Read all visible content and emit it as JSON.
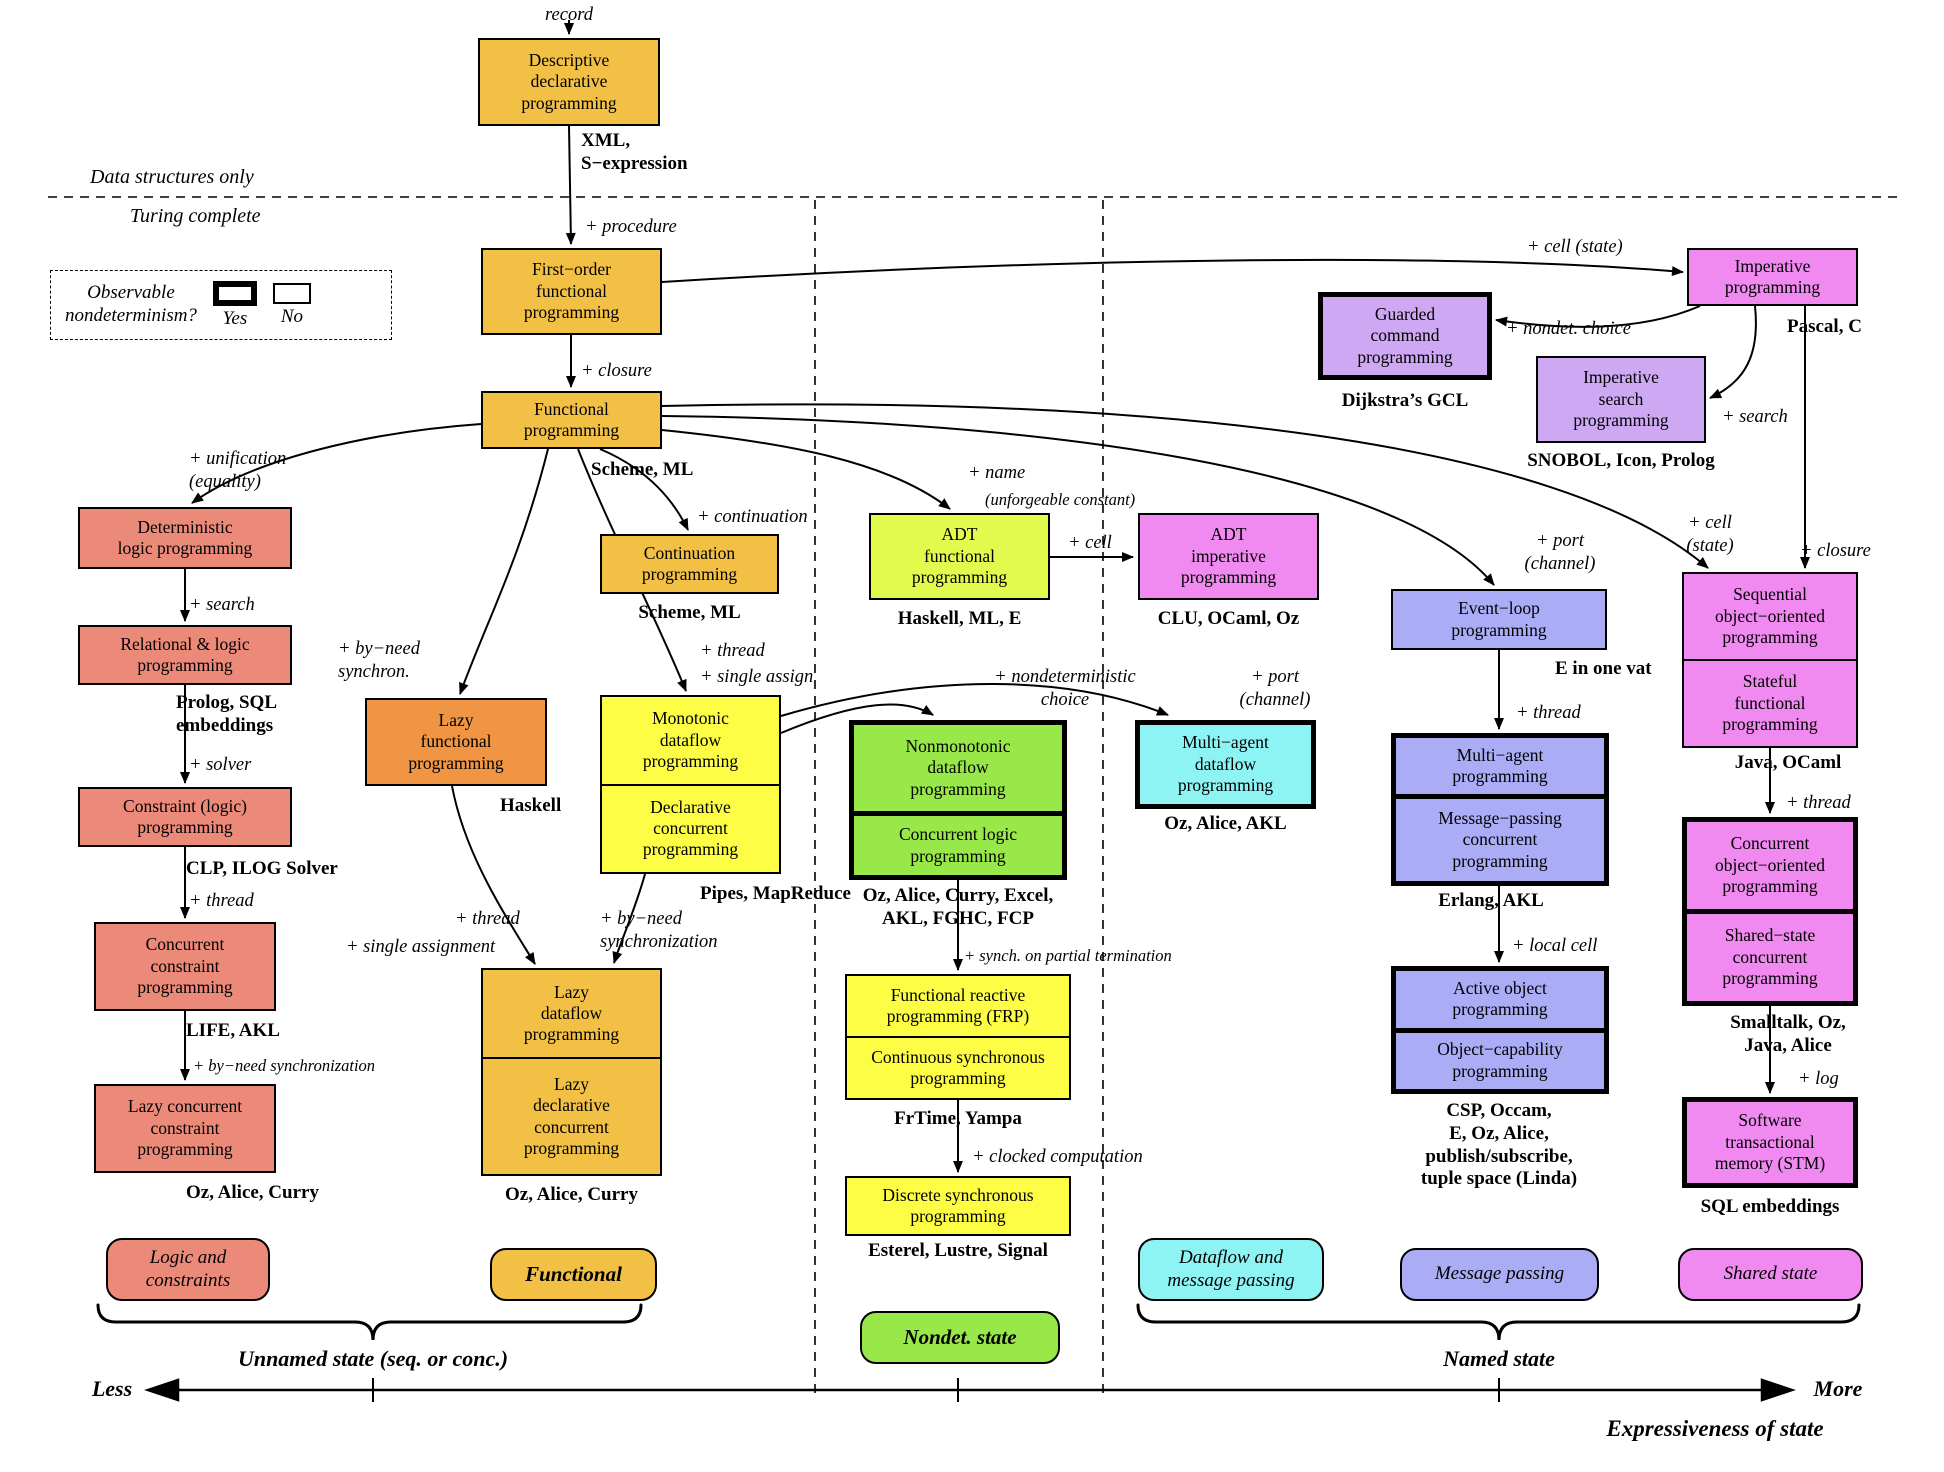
{
  "colors": {
    "gold": "#f2c045",
    "orange": "#ef9543",
    "salmon": "#ec8a7a",
    "yellow": "#fdfd45",
    "chartreuse": "#e2fa4d",
    "green": "#97e848",
    "cyan": "#8ef3f3",
    "periwinkle": "#abacf6",
    "lavender": "#cfa8f4",
    "magenta": "#f089f0"
  },
  "ann": {
    "data_structures_only": "Data structures only",
    "turing_complete": "Turing complete",
    "observable": "Observable\nnondeterminism?",
    "yes": "Yes",
    "no": "No",
    "unnamed_state": "Unnamed state (seq. or conc.)",
    "named_state": "Named state",
    "less": "Less",
    "more": "More",
    "expressiveness": "Expressiveness of state"
  },
  "nodes": {
    "descriptive": {
      "label": "Descriptive\ndeclarative\nprogramming",
      "languages": "XML,\nS−expression"
    },
    "first_order": {
      "label": "First−order\nfunctional\nprogramming"
    },
    "functional": {
      "label": "Functional\nprogramming",
      "languages": "Scheme, ML"
    },
    "det_logic": {
      "label": "Deterministic\nlogic programming"
    },
    "rel_logic": {
      "label": "Relational & logic\nprogramming",
      "languages": "Prolog, SQL\nembeddings"
    },
    "constraint": {
      "label": "Constraint (logic)\nprogramming",
      "languages": "CLP, ILOG Solver"
    },
    "conc_constraint": {
      "label": "Concurrent\nconstraint\nprogramming",
      "languages": "LIFE, AKL"
    },
    "lazy_cc": {
      "label": "Lazy concurrent\nconstraint\nprogramming",
      "languages": "Oz, Alice, Curry"
    },
    "lazy_fn": {
      "label": "Lazy\nfunctional\nprogramming",
      "languages": "Haskell"
    },
    "continuation": {
      "label": "Continuation\nprogramming",
      "languages": "Scheme, ML"
    },
    "monotonic": {
      "top": "Monotonic\ndataflow\nprogramming",
      "bottom": "Declarative\nconcurrent\nprogramming",
      "languages": "Pipes, MapReduce"
    },
    "lazy_df": {
      "top": "Lazy\ndataflow\nprogramming",
      "bottom": "Lazy\ndeclarative\nconcurrent\nprogramming",
      "languages": "Oz, Alice, Curry"
    },
    "adt_fn": {
      "label": "ADT\nfunctional\nprogramming",
      "languages": "Haskell, ML, E"
    },
    "adt_imp": {
      "label": "ADT\nimperative\nprogramming",
      "languages": "CLU, OCaml, Oz"
    },
    "nonmono": {
      "top": "Nonmonotonic\ndataflow\nprogramming",
      "bottom": "Concurrent logic\nprogramming",
      "languages": "Oz, Alice, Curry, Excel,\nAKL, FGHC, FCP"
    },
    "frp": {
      "top": "Functional reactive\nprogramming (FRP)",
      "bottom": "Continuous synchronous\nprogramming",
      "languages": "FrTime, Yampa"
    },
    "discrete": {
      "label": "Discrete synchronous\nprogramming",
      "languages": "Esterel, Lustre, Signal"
    },
    "madf": {
      "label": "Multi−agent\ndataflow\nprogramming",
      "languages": "Oz, Alice, AKL"
    },
    "event_loop": {
      "label": "Event−loop\nprogramming",
      "languages": "E in one vat"
    },
    "multiagent": {
      "top": "Multi−agent\nprogramming",
      "bottom": "Message−passing\nconcurrent\nprogramming",
      "languages": "Erlang, AKL"
    },
    "active_obj": {
      "top": "Active object\nprogramming",
      "bottom": "Object−capability\nprogramming",
      "languages": "CSP, Occam,\nE, Oz, Alice,\npublish/subscribe,\ntuple space (Linda)"
    },
    "gcl": {
      "label": "Guarded\ncommand\nprogramming",
      "languages": "Dijkstra’s GCL"
    },
    "imp_search": {
      "label": "Imperative\nsearch\nprogramming",
      "languages": "SNOBOL, Icon, Prolog"
    },
    "imperative": {
      "label": "Imperative\nprogramming",
      "languages": "Pascal, C"
    },
    "seq_oo": {
      "top": "Sequential\nobject−oriented\nprogramming",
      "bottom": "Stateful\nfunctional\nprogramming",
      "languages": "Java, OCaml"
    },
    "conc_oo": {
      "top": "Concurrent\nobject−oriented\nprogramming",
      "bottom": "Shared−state\nconcurrent\nprogramming",
      "languages": "Smalltalk, Oz,\nJava, Alice"
    },
    "stm": {
      "label": "Software\ntransactional\nmemory (STM)",
      "languages": "SQL embeddings"
    }
  },
  "edges": {
    "record": "record",
    "procedure": "+ procedure",
    "closure1": "+ closure",
    "cell_state_top": "+ cell (state)",
    "nondet_choice": "+ nondet. choice",
    "search_right": "+ search",
    "unification": "+ unification\n(equality)",
    "search_left": "+ search",
    "solver": "+ solver",
    "thread_left": "+ thread",
    "byneed_left": "+ by−need synchronization",
    "byneed_synchron": "+ by−need\nsynchron.",
    "continuation": "+ continuation",
    "thread_mono": "+ thread",
    "single_assign": "+ single assign",
    "name": "+ name",
    "unforgeable": "(unforgeable constant)",
    "cell_adt": "+ cell",
    "nondeterministic_choice": "+ nondeterministic\nchoice",
    "port_channel_df": "+ port\n(channel)",
    "thread_lazy": "+ thread",
    "single_assignment": "+ single assignment",
    "byneed_mid": "+ by−need\nsynchronization",
    "synch_partial": "+ synch. on partial termination",
    "clocked": "+ clocked computation",
    "port_channel_el": "+ port\n(channel)",
    "thread_el": "+ thread",
    "local_cell": "+ local cell",
    "cell_state_right": "+ cell\n(state)",
    "closure_right": "+ closure",
    "thread_oo": "+ thread",
    "log": "+ log"
  },
  "chips": {
    "logic": "Logic and\nconstraints",
    "functional": "Functional",
    "dataflow": "Dataflow and\nmessage passing",
    "message": "Message passing",
    "shared": "Shared state",
    "nondet": "Nondet. state"
  }
}
